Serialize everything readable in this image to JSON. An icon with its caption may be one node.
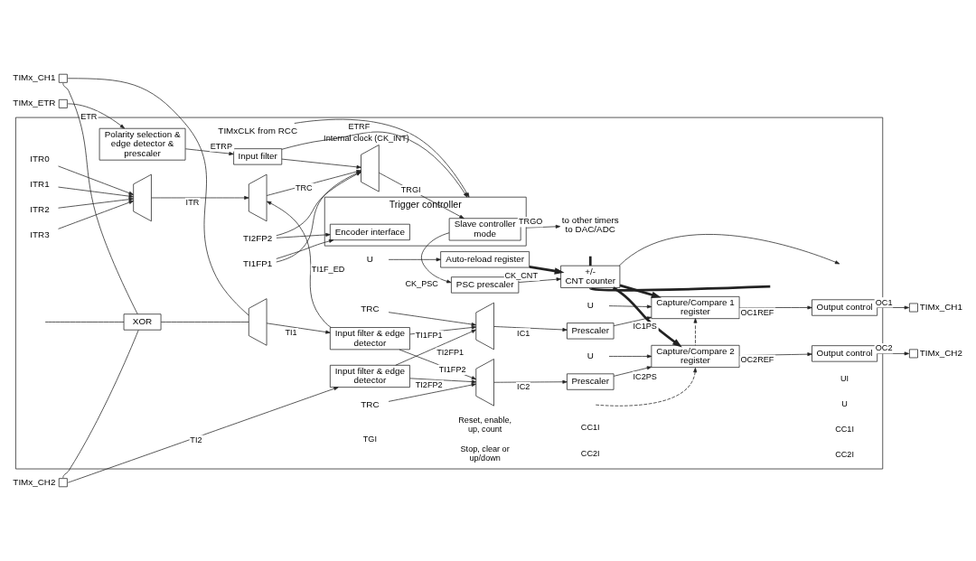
{
  "diagram": {
    "nodes": [
      {
        "text": [],
        "shape": "box"
      },
      {
        "text": [
          "TIMxCLK from RCC"
        ],
        "in": 0
      },
      {
        "text": [
          "Trigger controller"
        ],
        "in": 0
      },
      {
        "text": [
          "Slave controller mode"
        ],
        "in": 2
      },
      {
        "text": [
          "Encoder interface"
        ],
        "in": 2
      },
      {
        "text": [
          "TIMx_ETR"
        ]
      },
      {
        "text": [
          "Polarity selection & edge detector & prescaler"
        ],
        "in": 0
      },
      {
        "text": [
          "Input filter"
        ],
        "in": 0
      },
      {
        "text": [],
        "shape": "trapezoid",
        "in": 0
      },
      {
        "text": [
          "to other timers to DAC/ADC"
        ],
        "in": 0
      },
      {
        "text": [
          "ITR0"
        ],
        "in": 0
      },
      {
        "text": [
          "ITR1"
        ],
        "in": 0
      },
      {
        "text": [
          "ITR2"
        ],
        "in": 0
      },
      {
        "text": [
          "ITR3"
        ],
        "in": 0
      },
      {
        "text": [],
        "shape": "trapezoid",
        "in": 0
      },
      {
        "text": [],
        "shape": "trapezoid",
        "in": 0
      },
      {
        "text": [
          "TI1FP1"
        ],
        "in": 0
      },
      {
        "text": [
          "TI2FP2"
        ],
        "in": 0
      },
      {
        "text": [
          "U"
        ],
        "in": 0
      },
      {
        "text": [
          "Auto-reload register"
        ],
        "in": 0
      },
      {
        "text": [
          "PSC prescaler"
        ],
        "in": 0
      },
      {
        "text": [
          "+/-",
          "CNT counter"
        ],
        "in": 0
      },
      {
        "text": [
          "XOR"
        ],
        "in": 0
      },
      {
        "text": [],
        "shape": "trapezoid",
        "in": 0
      },
      {
        "text": [
          "Input filter & edge detector"
        ],
        "in": 0
      },
      {
        "text": [],
        "shape": "trapezoid",
        "in": 0
      },
      {
        "text": [
          "TRC"
        ],
        "in": 0
      },
      {
        "text": [
          "Prescaler"
        ],
        "in": 0
      },
      {
        "text": [
          "U"
        ],
        "in": 0
      },
      {
        "text": [
          "Capture/Compare 1 register"
        ],
        "in": 0
      },
      {
        "text": [
          "Output control"
        ],
        "in": 0
      },
      {
        "text": [
          "TIMx_CH1"
        ]
      },
      {
        "text": [
          "TIMx_CH1"
        ]
      },
      {
        "text": [
          "TIMx_CH2"
        ]
      },
      {
        "text": [
          "Input filter & edge detector"
        ],
        "in": 0
      },
      {
        "text": [],
        "shape": "trapezoid",
        "in": 0
      },
      {
        "text": [
          "Prescaler"
        ],
        "in": 0
      },
      {
        "text": [
          "U"
        ],
        "in": 0
      },
      {
        "text": [
          "Capture/Compare 2 register"
        ],
        "in": 0
      },
      {
        "text": [
          "Output control"
        ],
        "in": 0
      },
      {
        "text": [
          "TIMx_CH2"
        ]
      },
      {
        "text": [
          "TRC"
        ],
        "in": 0
      }
    ],
    "edges": [
      {
        "from": 1,
        "to": 2,
        "arrow": "to",
        "label": "Internal clock (CK_INT)"
      },
      {
        "from": 5,
        "to": 6,
        "arrow": "to",
        "label": "ETR"
      },
      {
        "from": 6,
        "to": 7,
        "arrow": "to",
        "label": "ETRP"
      },
      {
        "from": 7,
        "to": 2,
        "arrow": "to",
        "label": "ETRF"
      },
      {
        "from": 7,
        "to": 8,
        "arrow": "to"
      },
      {
        "from": 2,
        "to": 9,
        "arrow": "to",
        "label": "TRGO"
      },
      {
        "from": 10,
        "to": 14,
        "arrow": "to"
      },
      {
        "from": 11,
        "to": 14,
        "arrow": "to"
      },
      {
        "from": 12,
        "to": 14,
        "arrow": "to"
      },
      {
        "from": 13,
        "to": 14,
        "arrow": "to"
      },
      {
        "from": 14,
        "to": 15,
        "arrow": "to",
        "label": "ITR"
      },
      {
        "from": 24,
        "to": 15,
        "arrow": "to",
        "label": "TI1F_ED"
      },
      {
        "from": 15,
        "to": 8,
        "arrow": "to",
        "label": "TRC"
      },
      {
        "from": 8,
        "to": 3,
        "arrow": "to",
        "label": "TRGI"
      },
      {
        "from": 16,
        "to": 8,
        "arrow": "to"
      },
      {
        "from": 17,
        "to": 8,
        "arrow": "to"
      },
      {
        "from": 16,
        "to": 4,
        "arrow": "to"
      },
      {
        "from": 17,
        "to": 4,
        "arrow": "to"
      },
      {
        "from": 3,
        "to": 20,
        "arrow": "to",
        "label": "CK_PSC"
      },
      {
        "from": 18,
        "to": 19,
        "arrow": "to"
      },
      {
        "from": 19,
        "to": 21,
        "arrow": "to",
        "style": "thick"
      },
      {
        "from": 20,
        "to": 21,
        "arrow": "to",
        "label": "CK_CNT"
      },
      {
        "from": 21,
        "to": null,
        "arrow": "to"
      },
      {
        "from": 21,
        "to": 29,
        "arrow": "to",
        "style": "thick"
      },
      {
        "from": 21,
        "to": 38,
        "arrow": "to",
        "style": "thick"
      },
      {
        "from": 21,
        "to": null,
        "arrow": "none",
        "style": "thick"
      },
      {
        "from": 21,
        "to": null,
        "arrow": "none",
        "style": "thick"
      },
      {
        "from": 28,
        "to": 29,
        "arrow": "to"
      },
      {
        "from": 38,
        "to": 29,
        "arrow": "to",
        "style": "dashed"
      },
      {
        "from": null,
        "to": 38,
        "arrow": "to",
        "style": "dashed"
      },
      {
        "from": 31,
        "to": 23,
        "arrow": "none"
      },
      {
        "from": 31,
        "to": 22,
        "arrow": "none"
      },
      {
        "from": 33,
        "to": 22,
        "arrow": "none"
      },
      {
        "from": null,
        "to": 22,
        "arrow": "none"
      },
      {
        "from": 22,
        "to": 23,
        "arrow": "none"
      },
      {
        "from": 23,
        "to": 24,
        "arrow": "to",
        "label": "TI1"
      },
      {
        "from": 33,
        "to": 34,
        "arrow": "to",
        "label": "TI2"
      },
      {
        "from": 24,
        "to": 25,
        "arrow": "to",
        "label": "TI1FP1"
      },
      {
        "from": 24,
        "to": 35,
        "arrow": "to",
        "label": "TI1FP2"
      },
      {
        "from": 34,
        "to": 25,
        "arrow": "to",
        "label": "TI2FP1"
      },
      {
        "from": 34,
        "to": 35,
        "arrow": "to",
        "label": "TI2FP2"
      },
      {
        "from": 26,
        "to": 25,
        "arrow": "to"
      },
      {
        "from": 41,
        "to": 35,
        "arrow": "to"
      },
      {
        "from": 25,
        "to": 27,
        "arrow": "to",
        "label": "IC1"
      },
      {
        "from": 35,
        "to": 36,
        "arrow": "to",
        "label": "IC2"
      },
      {
        "from": 27,
        "to": 29,
        "arrow": "to",
        "label": "IC1PS"
      },
      {
        "from": 36,
        "to": 38,
        "arrow": "to",
        "label": "IC2PS"
      },
      {
        "from": 29,
        "to": 30,
        "arrow": "to",
        "label": "OC1REF"
      },
      {
        "from": 38,
        "to": 39,
        "arrow": "to",
        "label": "OC2REF"
      },
      {
        "from": 30,
        "to": 32,
        "arrow": "to",
        "label": "OC1"
      },
      {
        "from": 39,
        "to": 40,
        "arrow": "to",
        "label": "OC2"
      },
      {
        "from": 37,
        "to": 38,
        "arrow": "to"
      }
    ],
    "labels": [
      "TGI",
      "Reset, enable, up, count",
      "UI",
      "Stop, clear or up/down",
      "U",
      "CC1I",
      "CC1I",
      "CC2I",
      "CC2I"
    ]
  }
}
